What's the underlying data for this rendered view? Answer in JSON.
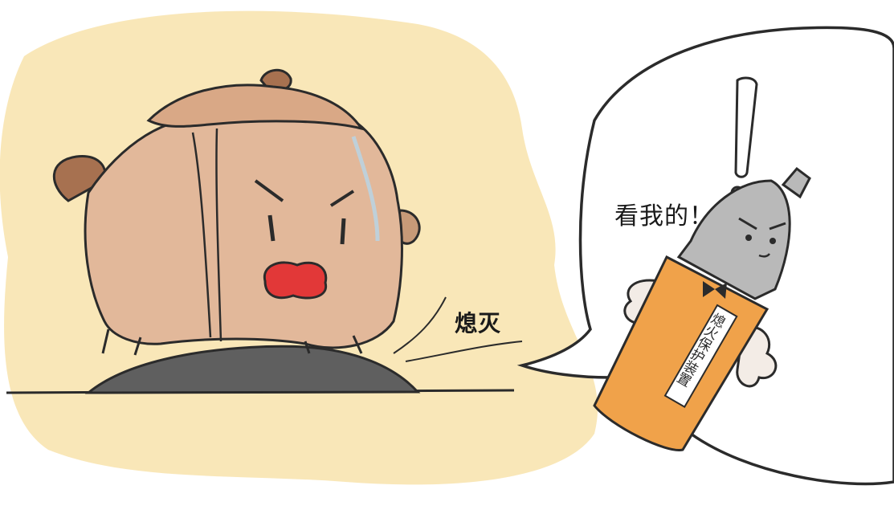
{
  "sfx_text": "熄灭",
  "speech_text": "看我的！",
  "device_label": "熄火保护装置",
  "exclamation": "!",
  "colors": {
    "background_wash": "#f7dfa0",
    "pot_body": "#e2b89a",
    "pot_ear": "#a77150",
    "mouth": "#e23838",
    "burner": "#5f5f5f",
    "device_body": "#f0a24a",
    "device_tip": "#b9b9b9",
    "outline": "#2b2b2b"
  }
}
